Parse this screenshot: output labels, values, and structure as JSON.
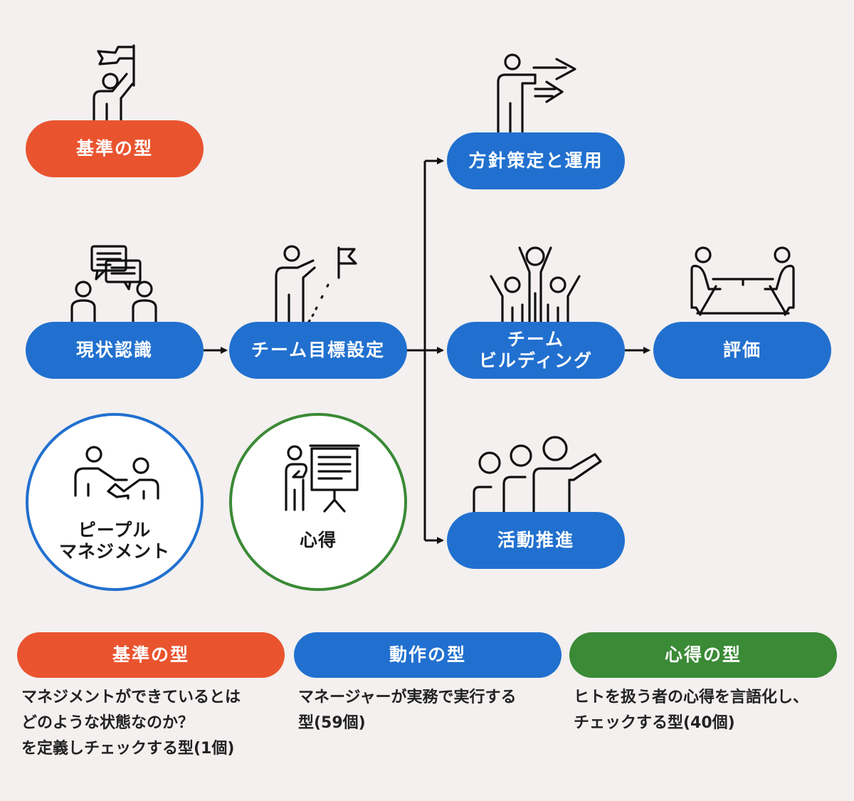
{
  "nodes": {
    "standard_top": "基準の型",
    "policy": "方針策定と運用",
    "current_state": "現状認識",
    "team_goal": "チーム目標設定",
    "team_building": "チーム\nビルディング",
    "evaluation": "評価",
    "activity": "活動推進"
  },
  "circles": {
    "people_management": "ピープル\nマネジメント",
    "mindset": "心得"
  },
  "legend": [
    {
      "label": "基準の型",
      "color": "#e9542f",
      "desc": "マネジメントができているとは\nどのような状態なのか？\nを定義しチェックする型(1個)"
    },
    {
      "label": "動作の型",
      "color": "#2170cf",
      "desc": "マネージャーが実務で実行する\n型(59個)"
    },
    {
      "label": "心得の型",
      "color": "#3a8a36",
      "desc": "ヒトを扱う者の心得を言語化し、\nチェックする型(40個)"
    }
  ],
  "colors": {
    "background": "#f3f0ef",
    "standard": "#e9542f",
    "action": "#2170cf",
    "mindset": "#3a8a36"
  },
  "icons": {
    "standard_top": "person-raising-flag-icon",
    "policy": "person-pointing-arrows-icon",
    "current_state": "two-people-chat-bubbles-icon",
    "team_goal": "person-pointing-at-flag-icon",
    "team_building": "group-cheering-icon",
    "evaluation": "two-people-at-table-icon",
    "activity": "group-leader-pointing-icon",
    "people_management": "two-people-handshake-icon",
    "mindset": "presenter-with-board-icon"
  }
}
